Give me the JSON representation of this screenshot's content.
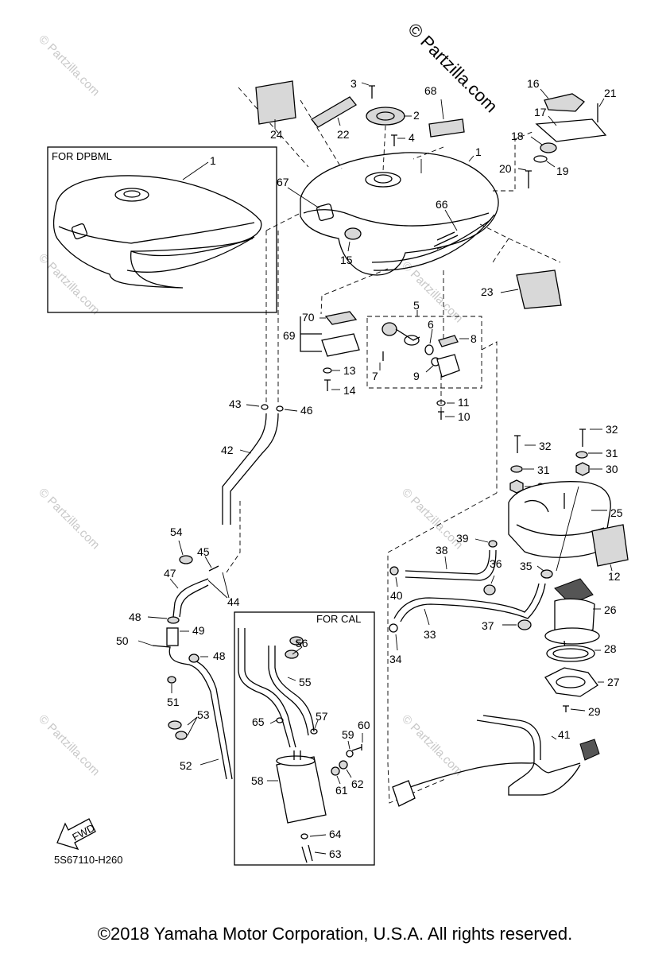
{
  "watermark_main": "© Partzilla.com",
  "watermark_repeat": "© Partzilla.com",
  "copyright": "©2018 Yamaha Motor Corporation, U.S.A. All rights reserved.",
  "inset_dpbml_title": "FOR DPBML",
  "inset_cal_title": "FOR CAL",
  "diagram_code": "5S67110-H260",
  "fwd_label": "FWD",
  "callouts": {
    "c1": "1",
    "c1b": "1",
    "c2": "2",
    "c3": "3",
    "c4": "4",
    "c5": "5",
    "c6": "6",
    "c7": "7",
    "c8": "8",
    "c9": "9",
    "c10": "10",
    "c11": "11",
    "c12": "12",
    "c13": "13",
    "c14": "14",
    "c15": "15",
    "c16": "16",
    "c17": "17",
    "c18": "18",
    "c19": "19",
    "c20": "20",
    "c21": "21",
    "c22": "22",
    "c23": "23",
    "c24": "24",
    "c25": "25",
    "c26": "26",
    "c27": "27",
    "c28": "28",
    "c29": "29",
    "c30a": "30",
    "c30b": "30",
    "c31a": "31",
    "c31b": "31",
    "c32a": "32",
    "c32b": "32",
    "c33": "33",
    "c34": "34",
    "c35": "35",
    "c36": "36",
    "c37": "37",
    "c38": "38",
    "c39": "39",
    "c40": "40",
    "c41": "41",
    "c42": "42",
    "c43": "43",
    "c44": "44",
    "c45": "45",
    "c46": "46",
    "c47": "47",
    "c48a": "48",
    "c48b": "48",
    "c49": "49",
    "c50": "50",
    "c51": "51",
    "c52": "52",
    "c53": "53",
    "c54": "54",
    "c55": "55",
    "c56": "56",
    "c57": "57",
    "c58": "58",
    "c59": "59",
    "c60": "60",
    "c61": "61",
    "c62": "62",
    "c63": "63",
    "c64": "64",
    "c65": "65",
    "c66": "66",
    "c67": "67",
    "c68": "68",
    "c69": "69",
    "c70": "70"
  }
}
